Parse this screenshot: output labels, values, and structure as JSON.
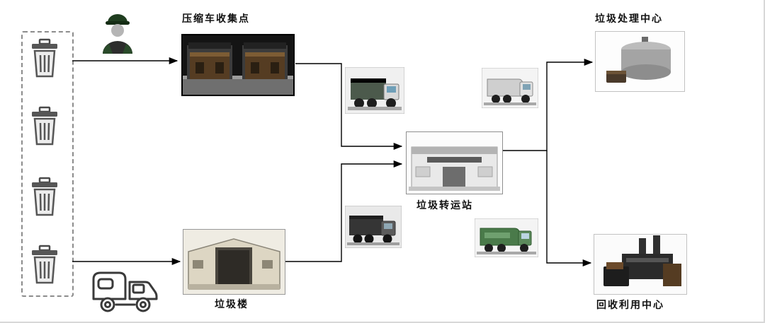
{
  "diagram": {
    "labels": {
      "compression_point": "压缩车收集点",
      "treatment_center": "垃圾处理中心",
      "transfer_station": "垃圾转运站",
      "garbage_building": "垃圾楼",
      "recycling_center": "回收利用中心"
    },
    "icons": {
      "trash_bin": "trash-bin-icon",
      "worker": "sanitation-worker-icon",
      "cartoon_truck": "collection-truck-icon",
      "transport_truck_top": "garbage-truck-image",
      "transport_truck_bottom": "garbage-truck-image",
      "outbound_truck_top": "compactor-truck-image",
      "outbound_truck_bottom": "recycling-truck-image"
    },
    "colors": {
      "connector": "#000000",
      "label_text": "#111111",
      "dashed_border": "#8c8c8c",
      "background": "#ffffff"
    }
  }
}
